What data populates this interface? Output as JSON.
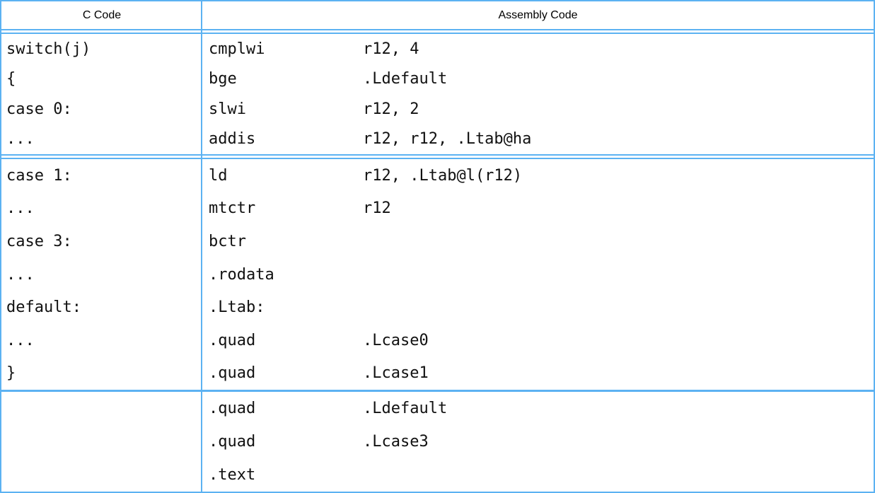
{
  "border_color": "#5cb2f2",
  "header": {
    "c_code": "C Code",
    "assembly": "Assembly Code"
  },
  "sections": [
    {
      "c": [
        "switch(j)",
        "{",
        "case 0:",
        "..."
      ],
      "asm": [
        {
          "m": "cmplwi",
          "o": "r12, 4"
        },
        {
          "m": "bge",
          "o": ".Ldefault"
        },
        {
          "m": "slwi",
          "o": "r12, 2"
        },
        {
          "m": "addis",
          "o": "r12, r12, .Ltab@ha"
        }
      ]
    },
    {
      "c": [
        "case 1:",
        "...",
        "case 3:",
        "...",
        "default:",
        "...",
        "}"
      ],
      "asm": [
        {
          "m": "ld",
          "o": "r12, .Ltab@l(r12)"
        },
        {
          "m": "mtctr",
          "o": "r12"
        },
        {
          "m": "bctr",
          "o": ""
        },
        {
          "m": ".rodata",
          "o": ""
        },
        {
          "m": ".Ltab:",
          "o": ""
        },
        {
          "m": ".quad",
          "o": ".Lcase0"
        },
        {
          "m": ".quad",
          "o": ".Lcase1"
        }
      ]
    },
    {
      "c": [],
      "asm": [
        {
          "m": ".quad",
          "o": ".Ldefault"
        },
        {
          "m": ".quad",
          "o": ".Lcase3"
        },
        {
          "m": ".text",
          "o": ""
        }
      ]
    }
  ]
}
